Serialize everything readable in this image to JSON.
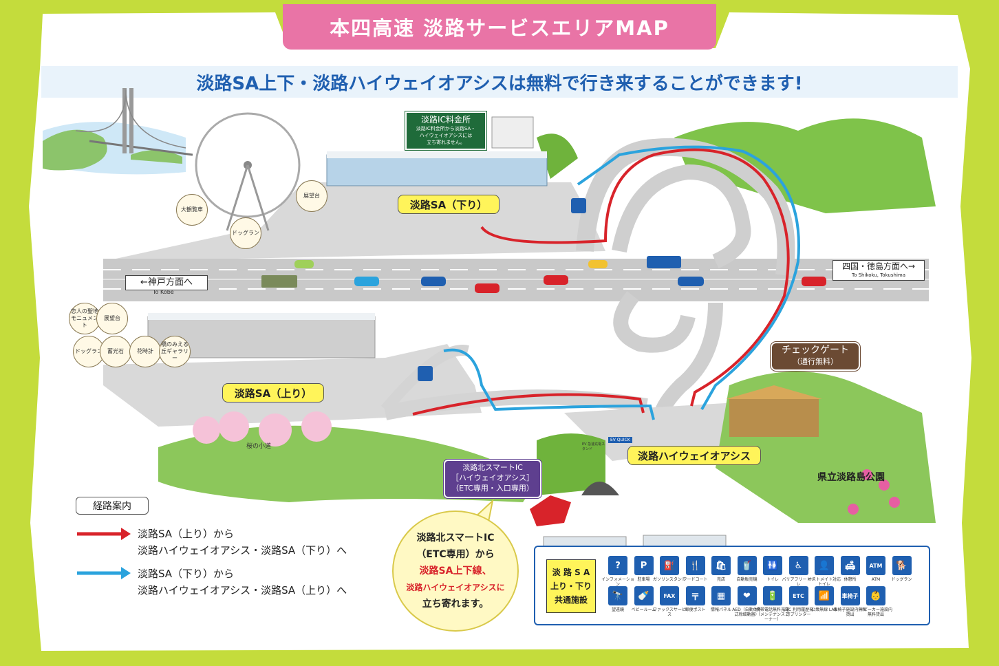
{
  "header": {
    "title": "本四高速 淡路サービスエリアMAP",
    "subtitle": "淡路SA上下・淡路ハイウェイオアシスは無料で行き来することができます!"
  },
  "places": {
    "sa_down": "淡路SA（下り）",
    "sa_up": "淡路SA（上り）",
    "highway_oasis": "淡路ハイウェイオアシス",
    "prefectural_park": "県立淡路島公園",
    "ferris_wheel": "大観覧車",
    "observatory": "展望台",
    "dog_run": "ドッグラン",
    "cherry_path": "桜の小道"
  },
  "directions": {
    "kobe": "←神戸方面へ",
    "kobe_en": "To Kobe",
    "shikoku": "四国・徳島方面へ→",
    "shikoku_en": "To Shikoku, Tokushima"
  },
  "tollgate": {
    "title": "淡路IC料金所",
    "note1": "淡路IC料金所から淡路SA・",
    "note2": "ハイウェイオアシスには",
    "note3": "立ち寄れません。"
  },
  "smart_ic": {
    "line1": "淡路北スマートIC",
    "line2": "［ハイウェイオアシス］",
    "line3": "（ETC専用・入口専用）"
  },
  "check_gate": {
    "line1": "チェックゲート",
    "line2": "（通行無料）"
  },
  "up_side_spots": {
    "lovers": "恋人の聖地モニュメント",
    "observatory": "展望台",
    "dog_run": "ドッグラン",
    "stone": "蓄光石",
    "flower_clock": "花時計",
    "gallery": "橋のみえる丘ギャラリー"
  },
  "ev": {
    "quick": "EV QUICK",
    "stand": "EV 急速充電スタンド"
  },
  "legend": {
    "title": "経路案内",
    "red_line1": "淡路SA（上り）から",
    "red_line2": "淡路ハイウェイオアシス・淡路SA（下り）へ",
    "blue_line1": "淡路SA（下り）から",
    "blue_line2": "淡路ハイウェイオアシス・淡路SA（上り）へ",
    "red_color": "#d8232a",
    "blue_color": "#2ba3dd"
  },
  "bubble": {
    "line1": "淡路北スマートIC",
    "line2": "（ETC専用）から",
    "line3": "淡路SA上下線、",
    "line4": "淡路ハイウェイオアシスに",
    "line5": "立ち寄れます。"
  },
  "facilities": {
    "label1": "淡 路 S A",
    "label2": "上り・下り",
    "label3": "共通施設",
    "items": [
      {
        "icon": "?",
        "name": "インフォメーション"
      },
      {
        "icon": "P",
        "name": "駐車場"
      },
      {
        "icon": "⛽",
        "name": "ガソリンスタンド"
      },
      {
        "icon": "🍴",
        "name": "フードコート"
      },
      {
        "icon": "🛍",
        "name": "売店"
      },
      {
        "icon": "🥤",
        "name": "自動販売機"
      },
      {
        "icon": "🚻",
        "name": "トイレ"
      },
      {
        "icon": "♿",
        "name": "バリアフリートイレ"
      },
      {
        "icon": "👤",
        "name": "オストメイト対応トイレ"
      },
      {
        "icon": "🛋",
        "name": "休憩所"
      },
      {
        "icon": "ATM",
        "name": "ATM"
      },
      {
        "icon": "🐕",
        "name": "ドッグラン"
      },
      {
        "icon": "🔭",
        "name": "望遠鏡"
      },
      {
        "icon": "🍼",
        "name": "ベビールーム"
      },
      {
        "icon": "FAX",
        "name": "ファックスサービス"
      },
      {
        "icon": "〒",
        "name": "郵便ポスト"
      },
      {
        "icon": "▦",
        "name": "情報パネル"
      },
      {
        "icon": "❤",
        "name": "AED（自動体外式除細動器）"
      },
      {
        "icon": "🔋",
        "name": "携帯電話無料充電（メンテナンスコーナー）"
      },
      {
        "icon": "ETC",
        "name": "ETC 利用履歴発行プリンター"
      },
      {
        "icon": "📶",
        "name": "公衆無線 LAN"
      },
      {
        "icon": "車椅子",
        "name": "車椅子施設内無料貸出"
      },
      {
        "icon": "👶",
        "name": "ベビーカー施設内無料貸出"
      }
    ]
  }
}
